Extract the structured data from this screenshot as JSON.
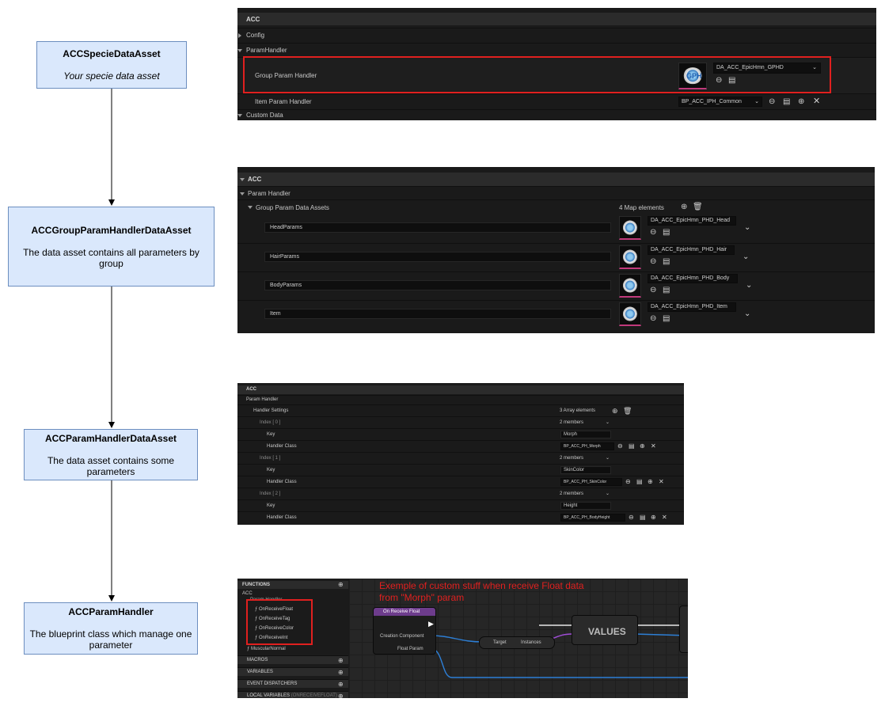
{
  "flow": {
    "specie": {
      "title": "ACCSpecieDataAsset",
      "desc": "Your specie data asset"
    },
    "group": {
      "title": "ACCGroupParamHandlerDataAsset",
      "desc": "The data asset contains all parameters by group"
    },
    "param": {
      "title": "ACCParamHandlerDataAsset",
      "desc": "The data asset contains some parameters"
    },
    "handler": {
      "title": "ACCParamHandler",
      "desc": "The blueprint class which manage one parameter"
    }
  },
  "panel1": {
    "category": "ACC",
    "config": "Config",
    "param_handler": "ParamHandler",
    "group_label": "Group Param Handler",
    "group_value": "DA_ACC_EpicHmn_GPHD",
    "thumb_text": "GPH",
    "item_label": "Item Param Handler",
    "item_value": "BP_ACC_IPH_Common",
    "custom": "Custom Data"
  },
  "panel2": {
    "category": "ACC",
    "param_handler": "Param Handler",
    "group_assets": "Group Param Data Assets",
    "count": "4 Map elements",
    "rows": [
      {
        "key": "HeadParams",
        "value": "DA_ACC_EpicHmn_PHD_Head"
      },
      {
        "key": "HairParams",
        "value": "DA_ACC_EpicHmn_PHD_Hair"
      },
      {
        "key": "BodyParams",
        "value": "DA_ACC_EpicHmn_PHD_Body"
      },
      {
        "key": "Item",
        "value": "DA_ACC_EpicHmn_PHD_Item"
      }
    ]
  },
  "panel3": {
    "category": "ACC",
    "param_handler": "Param Handler",
    "settings": "Handler Settings",
    "count": "3 Array elements",
    "key_label": "Key",
    "class_label": "Handler Class",
    "members": "2 members",
    "entries": [
      {
        "index": "Index [ 0 ]",
        "key": "Morph",
        "cls": "BP_ACC_PH_Morph"
      },
      {
        "index": "Index [ 1 ]",
        "key": "SkinColor",
        "cls": "BP_ACC_PH_SkinColor"
      },
      {
        "index": "Index [ 2 ]",
        "key": "Height",
        "cls": "BP_ACC_PH_BodyHeight"
      }
    ]
  },
  "panel4": {
    "functions": "FUNCTIONS",
    "acc": "ACC",
    "sub": "Param Handler",
    "items": [
      "OnReceiveFloat",
      "OnReceiveTag",
      "OnReceiveColor",
      "OnReceiveInt"
    ],
    "musc": "MuscularNormal",
    "macros": "MACROS",
    "variables": "VARIABLES",
    "dispatchers": "EVENT DISPATCHERS",
    "locals": "LOCAL VARIABLES",
    "locals_suffix": "(ONRECEIVEFLOAT)",
    "annotation_line1": "Exemple of custom stuff when receive Float data",
    "annotation_line2": "from \"Morph\" param",
    "node_title": "On Receive Float",
    "pin1": "Creation Component",
    "pin2": "Float Param",
    "target": "Target",
    "instances": "Instances",
    "values": "VALUES"
  },
  "colors": {
    "box_fill": "#dae8fc",
    "box_stroke": "#6c8ebf",
    "highlight": "#e0201f",
    "ue_bg": "#1a1a1a"
  }
}
